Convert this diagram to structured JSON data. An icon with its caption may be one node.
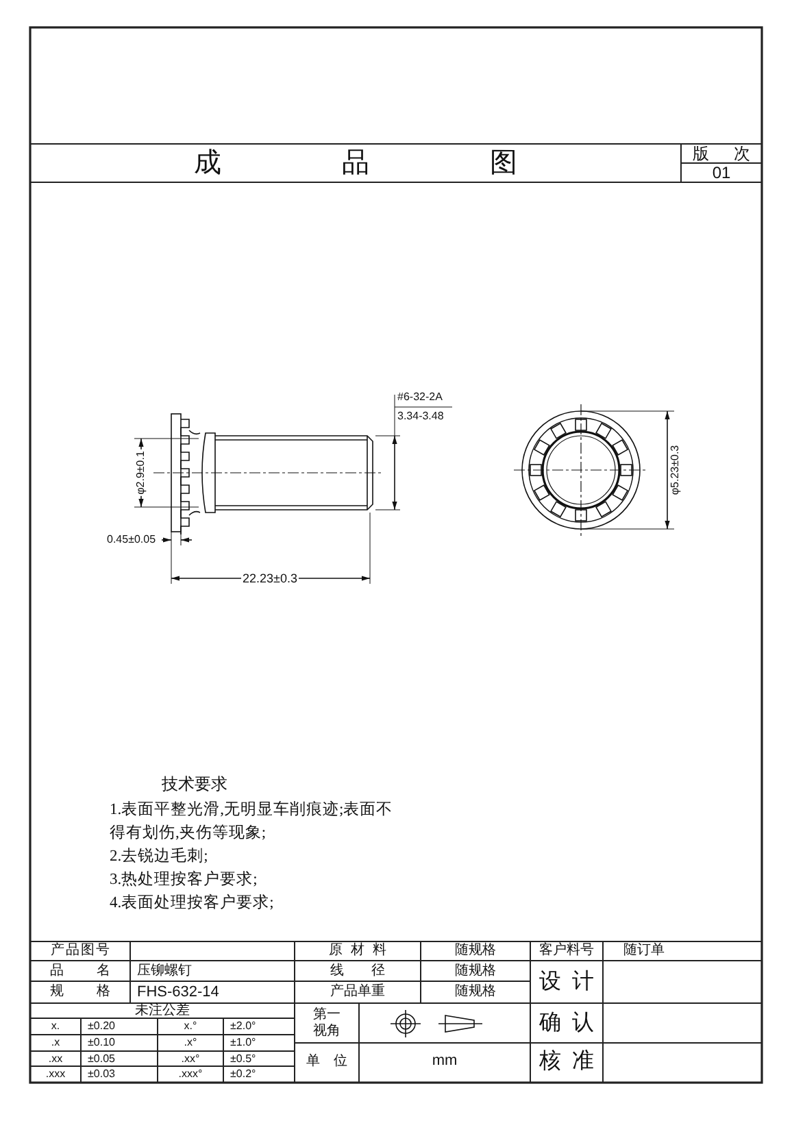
{
  "diagram": {
    "title": "成品图",
    "labels": [
      "版次",
      "01",
      "#6-32-2A",
      "3.34-3.48",
      "φ2.9±0.1",
      "φ5.23±0.3",
      "0.45±0.05",
      "22.23±0.3",
      "技术要求",
      "1.表面平整光滑,无明显车削痕迹;表面不得有划伤,夹伤等现象;",
      "2.去锐边毛刺;",
      "3.热处理按客户要求;",
      "4.表面处理按客户要求;",
      "产品图号",
      "原材料",
      "随规格",
      "客户料号",
      "随订单",
      "品名",
      "压铆螺钉",
      "线径",
      "随规格",
      "设计",
      "规格",
      "FHS-632-14",
      "产品单重",
      "随规格",
      "未注公差",
      "第一视角",
      "确认",
      "x.",
      "±0.20",
      "x.°",
      "±2.0°",
      ".x",
      "±0.10",
      ".x°",
      "±1.0°",
      ".xx",
      "±0.05",
      ".xx°",
      "±0.5°",
      "单位",
      "mm",
      "核准",
      ".xxx",
      "±0.03",
      ".xxx°",
      "±0.2°"
    ]
  }
}
